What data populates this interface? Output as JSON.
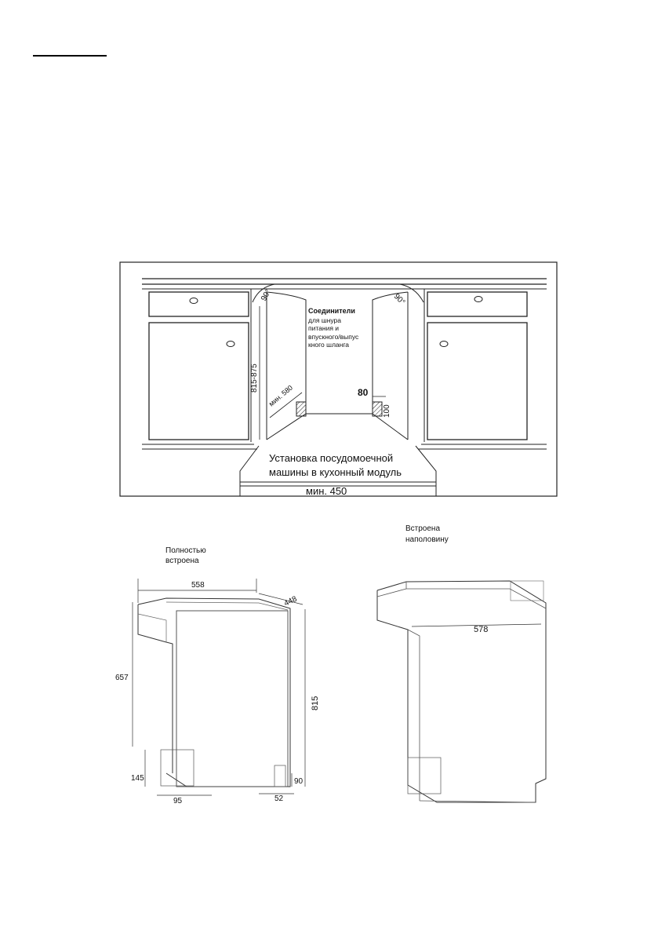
{
  "installation": {
    "angle_left": "90°",
    "angle_right": "90°",
    "connectors_note": [
      "Соединители",
      "для шнура",
      "питания и",
      "впускного/выпус",
      "кного шланга"
    ],
    "height_range": "815-875",
    "min_depth": "мин. 580",
    "dim_80": "80",
    "dim_100": "100",
    "caption": [
      "Установка посудомоечной",
      "машины в кухонный модуль"
    ],
    "min_width": "мин. 450"
  },
  "fully_built_in": {
    "label": [
      "Полностью",
      "встроена"
    ],
    "dims": {
      "width": "558",
      "depth": "448",
      "h657": "657",
      "h815": "815",
      "h145": "145",
      "w95": "95",
      "w52": "52",
      "h90": "90"
    }
  },
  "semi_built_in": {
    "label": [
      "Встроена",
      "наполовину"
    ],
    "dims": {
      "width": "578"
    }
  }
}
